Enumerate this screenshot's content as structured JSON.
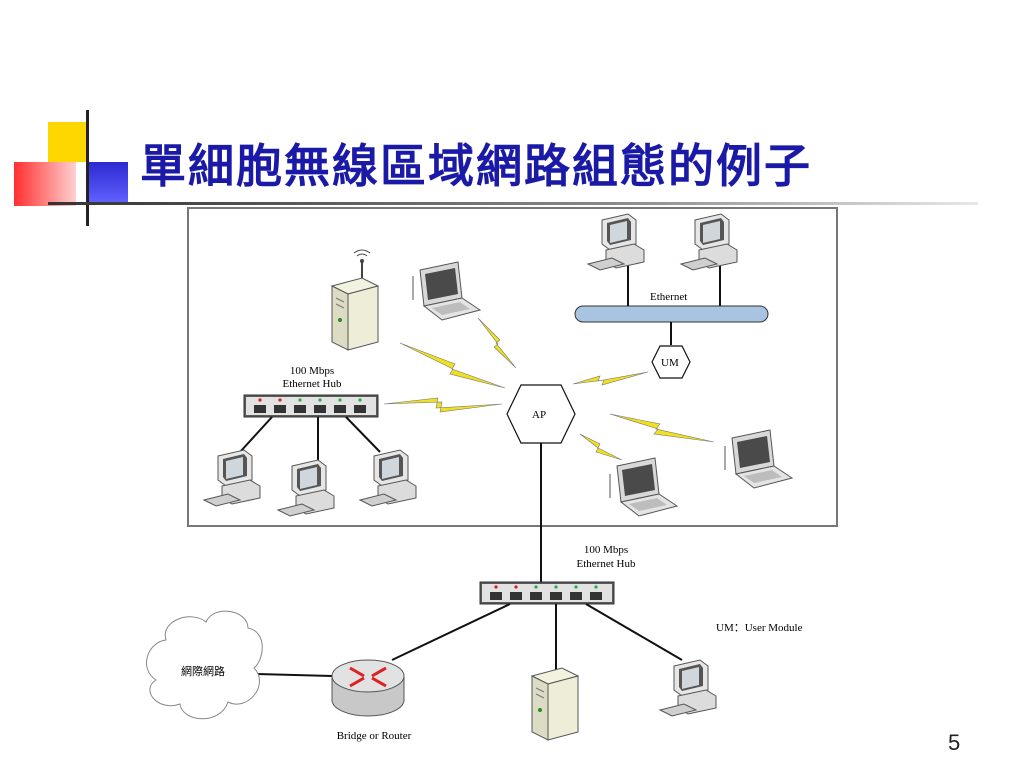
{
  "slide": {
    "title": "單細胞無線區域網路組態的例子",
    "page_number": "5"
  },
  "diagram": {
    "wlan_hub_label": [
      "100 Mbps",
      "Ethernet Hub"
    ],
    "main_hub_label": [
      "100 Mbps",
      "Ethernet Hub"
    ],
    "ethernet_label": "Ethernet",
    "um_label": "UM",
    "ap_label": "AP",
    "internet_label": "網際網路",
    "router_label": "Bridge or Router",
    "legend": "UM：User Module"
  },
  "colors": {
    "title": "#1a1aa6",
    "accent_yellow": "#ffd700",
    "accent_red": "#ff4040",
    "accent_blue": "#2a2ad0",
    "lightning": "#f0e020",
    "ethernet_bus": "#a8c4e0"
  }
}
